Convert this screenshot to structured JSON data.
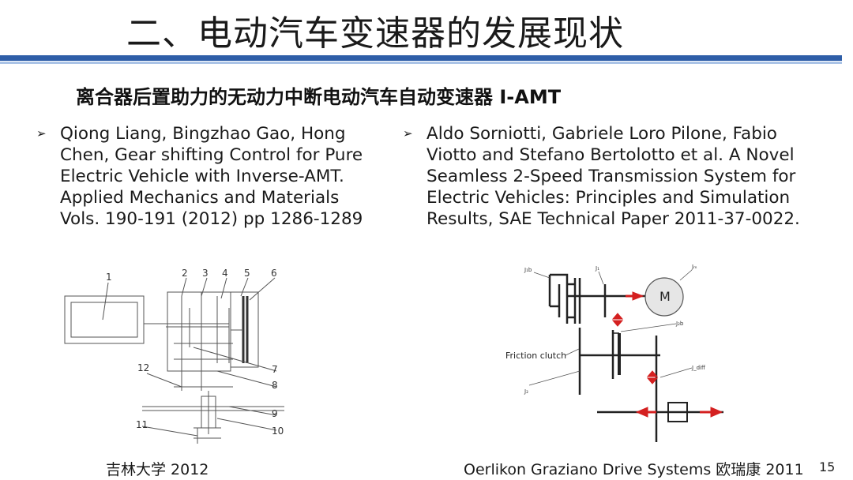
{
  "slide": {
    "title": "二、电动汽车变速器的发展现状",
    "subtitle": "离合器后置助力的无动力中断电动汽车自动变速器 I-AMT",
    "page_number": "15"
  },
  "references": {
    "left": {
      "bullet": "➢",
      "lines": [
        "Qiong Liang, Bingzhao Gao, Hong",
        "Chen, Gear shifting Control for Pure",
        "Electric Vehicle with Inverse-AMT.",
        "Applied Mechanics and Materials",
        "Vols. 190-191 (2012) pp 1286-1289"
      ]
    },
    "right": {
      "bullet": "➢",
      "lines": [
        "Aldo Sorniotti, Gabriele Loro Pilone, Fabio",
        "Viotto and Stefano Bertolotto et al. A Novel",
        "Seamless 2-Speed Transmission System for",
        "Electric Vehicles: Principles and Simulation",
        "Results, SAE Technical Paper 2011-37-0022."
      ]
    }
  },
  "diagram_left": {
    "labels": {
      "n1": "1",
      "n2": "2",
      "n3": "3",
      "n4": "4",
      "n5": "5",
      "n6": "6",
      "n7": "7",
      "n8": "8",
      "n9": "9",
      "n10": "10",
      "n11": "11",
      "n12": "12"
    },
    "caption": "吉林大学 2012"
  },
  "diagram_right": {
    "labels": {
      "j1b": "J₁b",
      "j1": "J₁",
      "jm": "Jₘ",
      "motor": "M",
      "j2b": "J₂b",
      "jdiff": "J_diff",
      "friction": "Friction clutch",
      "j2": "J₂"
    },
    "caption": "Oerlikon Graziano Drive Systems 欧瑞康 2011"
  },
  "colors": {
    "rule_dark": "#2e5ea8",
    "rule_light": "#aac3e6",
    "arrow_red": "#d42020"
  }
}
